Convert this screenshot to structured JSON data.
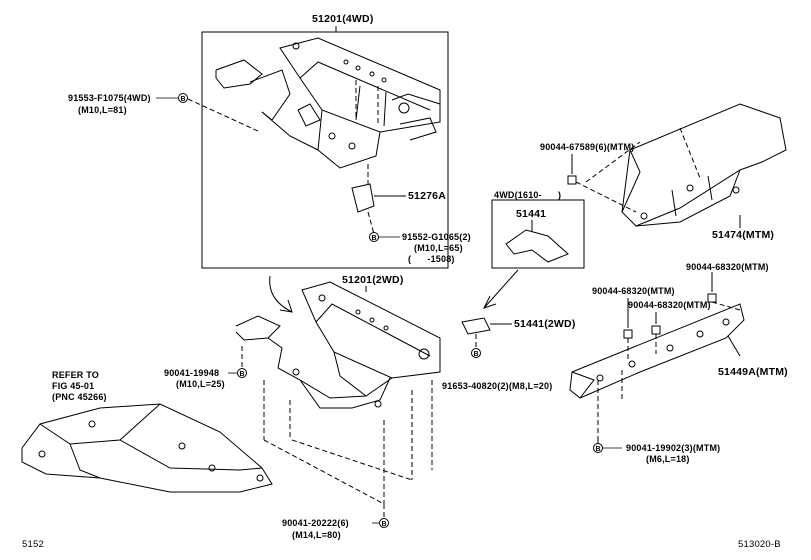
{
  "top_frame": {
    "part_51201_4wd": "51201(4WD)",
    "bolt_91553": "91553-F1075(4WD)",
    "bolt_91553_spec": "(M10,L=81)",
    "part_51276A": "51276A",
    "bolt_91552": "91552-G1065(2)",
    "bolt_91552_spec": "(M10,L=65)",
    "bolt_91552_range": "(      -1508)"
  },
  "inset": {
    "title": "4WD(1610-      )",
    "part_51441": "51441"
  },
  "center": {
    "part_51201_2wd": "51201(2WD)",
    "part_51441_2wd": "51441(2WD)",
    "bolt_91653": "91653-40820(2)(M8,L=20)",
    "bolt_90041_19948": "90041-19948",
    "bolt_90041_19948_spec": "(M10,L=25)",
    "bolt_90041_20222": "90041-20222(6)",
    "bolt_90041_20222_spec": "(M14,L=80)"
  },
  "reference": {
    "line1": "REFER TO",
    "line2": "FIG 45-01",
    "line3": "(PNC 45266)"
  },
  "right": {
    "bolt_90044_67589": "90044-67589(6)(MTM)",
    "part_51474": "51474(MTM)",
    "bolt_90044_68320_a": "90044-68320(MTM)",
    "bolt_90044_68320_b": "90044-68320(MTM)",
    "bolt_90044_68320_c": "90044-68320(MTM)",
    "part_51449A": "51449A(MTM)",
    "bolt_90041_19902": "90041-19902(3)(MTM)",
    "bolt_90041_19902_spec": "(M6,L=18)"
  },
  "callout_letter": "B",
  "footer": {
    "left_code": "5152",
    "right_code": "513020-B"
  }
}
